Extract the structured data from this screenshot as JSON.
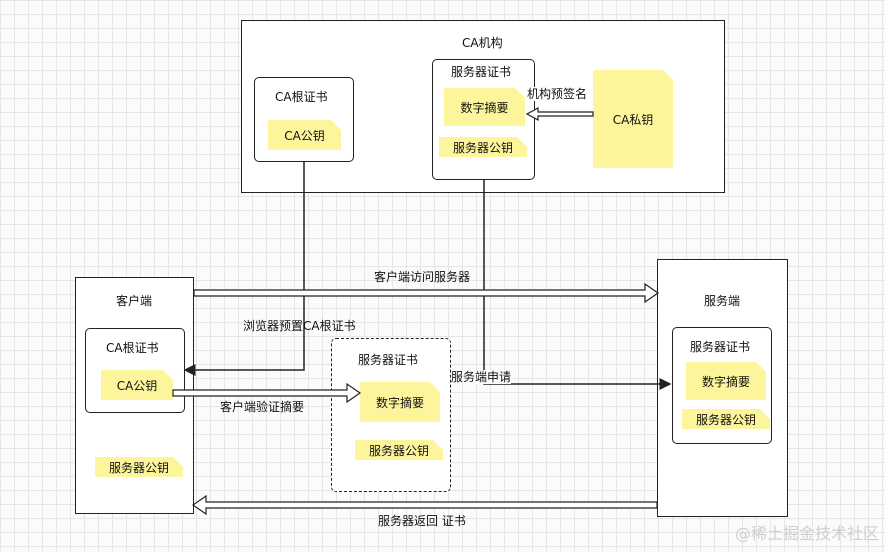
{
  "ca_org": {
    "title": "CA机构"
  },
  "ca_root_cert_top": {
    "title": "CA根证书",
    "pubkey": "CA公钥"
  },
  "server_cert_top": {
    "title": "服务器证书",
    "digest": "数字摘要",
    "pubkey": "服务器公钥"
  },
  "ca_private_key": {
    "label": "CA私钥"
  },
  "sign_label": "机构预签名",
  "client": {
    "title": "客户端",
    "root_cert_title": "CA根证书",
    "ca_pubkey": "CA公钥",
    "server_pubkey": "服务器公钥"
  },
  "server": {
    "title": "服务端",
    "cert_title": "服务器证书",
    "digest": "数字摘要",
    "pubkey": "服务器公钥"
  },
  "verify_cert": {
    "title": "服务器证书",
    "digest": "数字摘要",
    "pubkey": "服务器公钥"
  },
  "arrows": {
    "client_visit": "客户端访问服务器",
    "browser_preset": "浏览器预置CA根证书",
    "server_apply": "服务端申请",
    "client_verify": "客户端验证摘要",
    "server_return": "服务器返回 证书"
  },
  "watermark": "@稀土掘金技术社区"
}
